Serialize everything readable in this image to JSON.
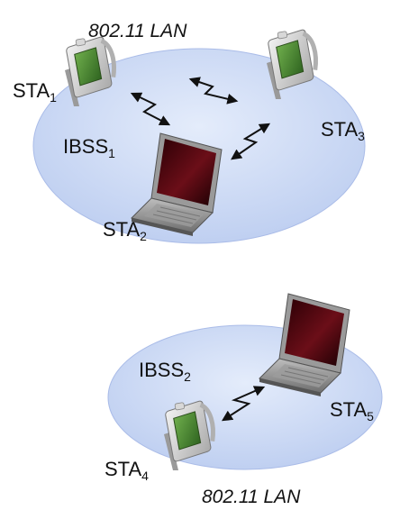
{
  "networks": [
    {
      "lan_label": "802.11 LAN",
      "ibss": {
        "name": "IBSS",
        "sub": "1"
      },
      "stations": [
        {
          "name": "STA",
          "sub": "1",
          "device": "pda-icon"
        },
        {
          "name": "STA",
          "sub": "2",
          "device": "laptop-icon"
        },
        {
          "name": "STA",
          "sub": "3",
          "device": "pda-icon"
        }
      ]
    },
    {
      "lan_label": "802.11 LAN",
      "ibss": {
        "name": "IBSS",
        "sub": "2"
      },
      "stations": [
        {
          "name": "STA",
          "sub": "4",
          "device": "pda-icon"
        },
        {
          "name": "STA",
          "sub": "5",
          "device": "laptop-icon"
        }
      ]
    }
  ],
  "colors": {
    "ellipse_fill": "#c8d6f3",
    "ellipse_edge": "#aabce8",
    "pda_screen": "#3e7a2c",
    "laptop_screen": "#5a0a12",
    "laptop_body": "#8a8a8a"
  }
}
